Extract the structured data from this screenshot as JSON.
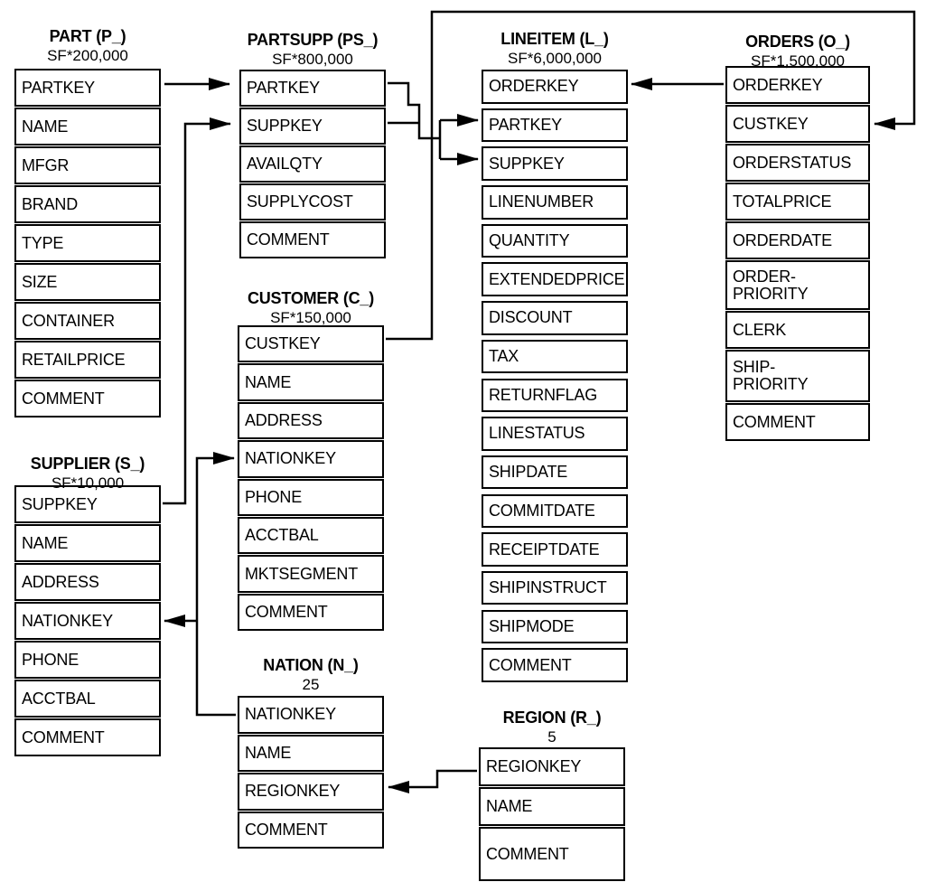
{
  "colors": {
    "line": "#000000",
    "background": "#ffffff",
    "text": "#000000"
  },
  "tables": [
    {
      "id": "part",
      "title": "PART (P_)",
      "cardinality": "SF*200,000",
      "columns": [
        "PARTKEY",
        "NAME",
        "MFGR",
        "BRAND",
        "TYPE",
        "SIZE",
        "CONTAINER",
        "RETAILPRICE",
        "COMMENT"
      ]
    },
    {
      "id": "partsupp",
      "title": "PARTSUPP (PS_)",
      "cardinality": "SF*800,000",
      "columns": [
        "PARTKEY",
        "SUPPKEY",
        "AVAILQTY",
        "SUPPLYCOST",
        "COMMENT"
      ]
    },
    {
      "id": "lineitem",
      "title": "LINEITEM (L_)",
      "cardinality": "SF*6,000,000",
      "columns": [
        "ORDERKEY",
        "PARTKEY",
        "SUPPKEY",
        "LINENUMBER",
        "QUANTITY",
        "EXTENDEDPRICE",
        "DISCOUNT",
        "TAX",
        "RETURNFLAG",
        "LINESTATUS",
        "SHIPDATE",
        "COMMITDATE",
        "RECEIPTDATE",
        "SHIPINSTRUCT",
        "SHIPMODE",
        "COMMENT"
      ]
    },
    {
      "id": "orders",
      "title": "ORDERS (O_)",
      "cardinality": "SF*1,500,000",
      "columns": [
        "ORDERKEY",
        "CUSTKEY",
        "ORDERSTATUS",
        "TOTALPRICE",
        "ORDERDATE",
        "ORDER-\nPRIORITY",
        "CLERK",
        "SHIP-\nPRIORITY",
        "COMMENT"
      ]
    },
    {
      "id": "supplier",
      "title": "SUPPLIER (S_)",
      "cardinality": "SF*10,000",
      "columns": [
        "SUPPKEY",
        "NAME",
        "ADDRESS",
        "NATIONKEY",
        "PHONE",
        "ACCTBAL",
        "COMMENT"
      ]
    },
    {
      "id": "customer",
      "title": "CUSTOMER (C_)",
      "cardinality": "SF*150,000",
      "columns": [
        "CUSTKEY",
        "NAME",
        "ADDRESS",
        "NATIONKEY",
        "PHONE",
        "ACCTBAL",
        "MKTSEGMENT",
        "COMMENT"
      ]
    },
    {
      "id": "nation",
      "title": "NATION (N_)",
      "cardinality": "25",
      "columns": [
        "NATIONKEY",
        "NAME",
        "REGIONKEY",
        "COMMENT"
      ]
    },
    {
      "id": "region",
      "title": "REGION (R_)",
      "cardinality": "5",
      "columns": [
        "REGIONKEY",
        "NAME",
        "COMMENT"
      ]
    }
  ],
  "relationships": [
    {
      "from": "PART.PARTKEY",
      "to": "PARTSUPP.PARTKEY"
    },
    {
      "from": "SUPPLIER.SUPPKEY",
      "to": "PARTSUPP.SUPPKEY"
    },
    {
      "from": "PARTSUPP.PARTKEY",
      "to": "LINEITEM.PARTKEY"
    },
    {
      "from": "PARTSUPP.SUPPKEY",
      "to": "LINEITEM.SUPPKEY"
    },
    {
      "from": "ORDERS.ORDERKEY",
      "to": "LINEITEM.ORDERKEY"
    },
    {
      "from": "CUSTOMER.CUSTKEY",
      "to": "ORDERS.CUSTKEY"
    },
    {
      "from": "NATION.NATIONKEY",
      "to": "CUSTOMER.NATIONKEY"
    },
    {
      "from": "NATION.NATIONKEY",
      "to": "SUPPLIER.NATIONKEY"
    },
    {
      "from": "REGION.REGIONKEY",
      "to": "NATION.REGIONKEY"
    }
  ]
}
